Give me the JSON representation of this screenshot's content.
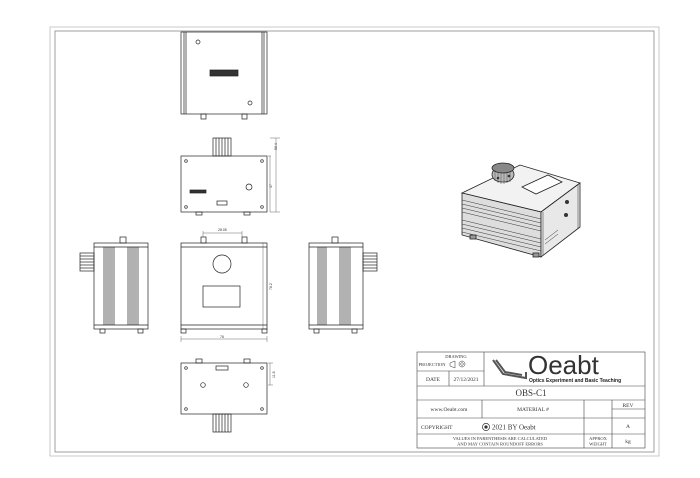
{
  "title_block": {
    "drawing_label": "DRAWING",
    "projection_label": "PROJECTION",
    "date_label": "DATE",
    "date_value": "27/12/2021",
    "logo_text": "Oeabt",
    "logo_tagline": "Optics Experiment and Basic Teaching",
    "part_number": "OBS-C1",
    "website": "www.Oeabt.com",
    "material_label": "MATERIAL #",
    "rev_label": "REV",
    "rev_value": "A",
    "copyright_label": "COPYRIGHT",
    "copyright_value": "2021 BY Oeabt",
    "note_line1": "VALUES IN PARENTHESIS ARE CALCULATED",
    "note_line2": "AND MAY CONTAIN ROUNDOFF ERRORS",
    "weight_label1": "APPROX",
    "weight_label2": "WEIGHT",
    "weight_unit": "kg"
  },
  "dimensions": {
    "front_height": "56.4",
    "front_height2": "47",
    "top_width": "28.05",
    "top_height": "78.2",
    "top_bottom": "76",
    "back_dim": "11.8"
  }
}
